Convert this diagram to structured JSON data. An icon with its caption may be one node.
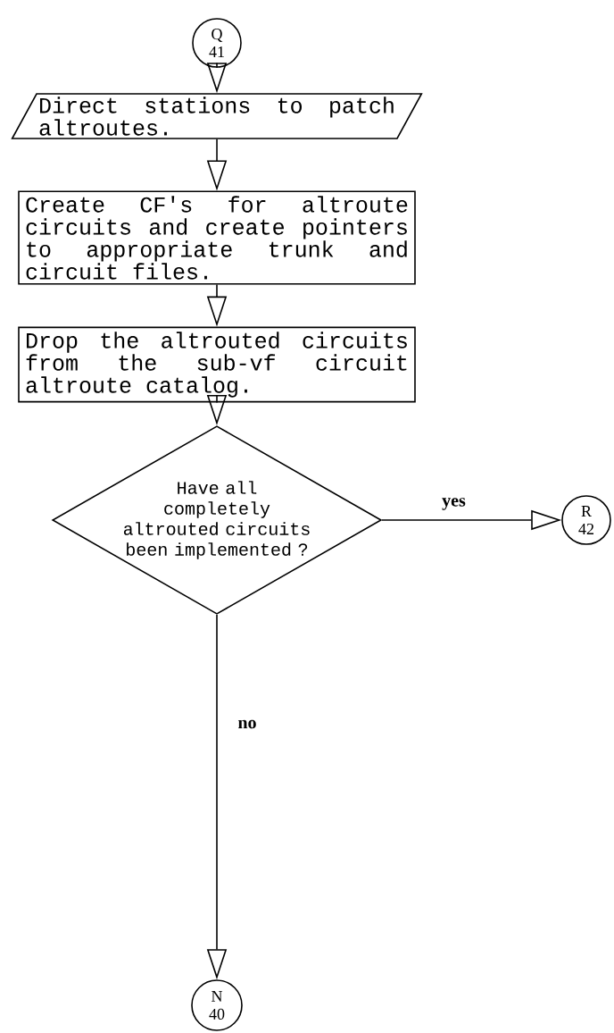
{
  "diagram": {
    "nodes": [
      {
        "text": [
          "Q 41"
        ]
      },
      {
        "text": [
          "Direct stations to patch altroutes."
        ]
      },
      {
        "text": [
          "Create CF's for altroute circuits and create pointers to appropriate trunk and circuit files."
        ]
      },
      {
        "text": [
          "Drop the altrouted circuits from the sub-vf circuit altroute catalog."
        ]
      },
      {
        "text": [
          "Have all completely altrouted circuits been implemented ?"
        ]
      },
      {
        "text": [
          "R 42"
        ]
      },
      {
        "text": [
          "N 40"
        ]
      }
    ],
    "edges": [
      {
        "from": 0,
        "to": 1,
        "arrow": "to"
      },
      {
        "from": 1,
        "to": 2,
        "arrow": "to"
      },
      {
        "from": 2,
        "to": 3,
        "arrow": "to"
      },
      {
        "from": 3,
        "to": 4,
        "arrow": "to"
      },
      {
        "from": 4,
        "to": 5,
        "arrow": "to",
        "label": "yes"
      },
      {
        "from": 4,
        "to": 6,
        "arrow": "to",
        "label": "no"
      }
    ]
  }
}
